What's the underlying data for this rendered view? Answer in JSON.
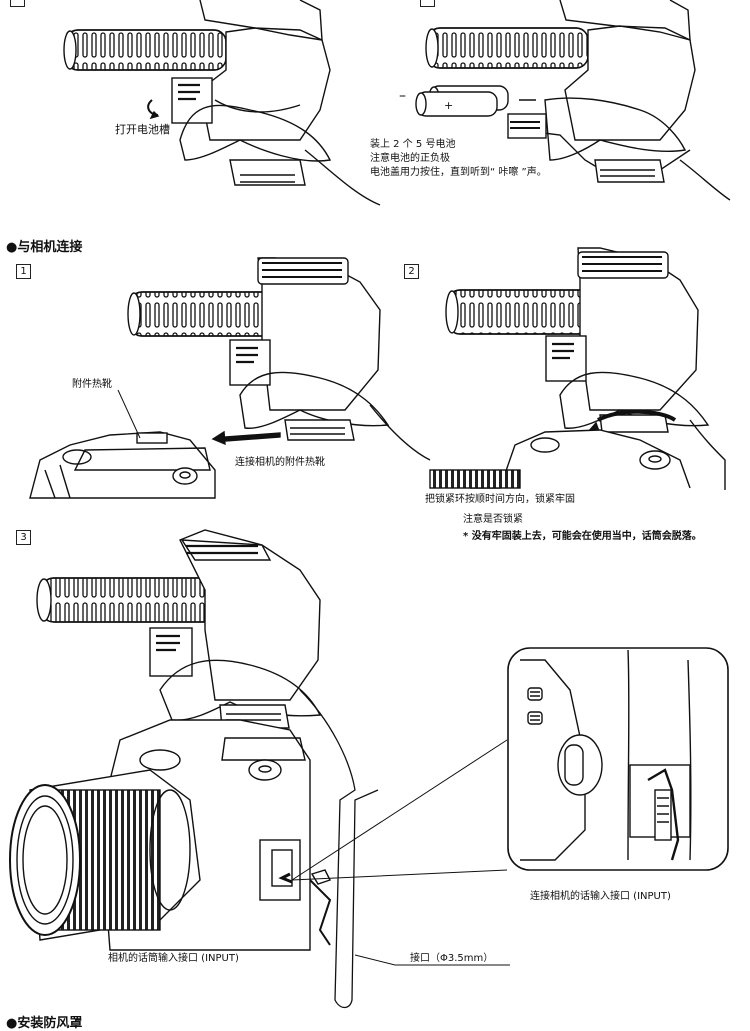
{
  "section_top": {
    "step_labels": [
      "",
      ""
    ],
    "caption_open": "打开电池槽",
    "caption_battery_lines": [
      "装上 2 个 5 号电池",
      "注意电池的正负极",
      "电池盖用力按住，直到听到“ 咔嚓 ”声。"
    ],
    "minus_sign": "–",
    "plus_sign": "+"
  },
  "section_camera": {
    "heading": "●与相机连接",
    "step1": "1",
    "step2": "2",
    "step3": "3",
    "label_hotshoe": "附件热靴",
    "caption_attach": "连接相机的附件热靴",
    "caption_lock": "把锁紧环按顺时间方向，锁紧牢固",
    "note_title": "注意是否锁紧",
    "note_body": "* 没有牢固装上去，可能会在使用当中，话筒会脱落。",
    "caption_input_detail": "连接相机的话输入接口 (INPUT)",
    "caption_input_camera": "相机的话筒输入接口 (INPUT)",
    "caption_jack": "接口（Φ3.5mm）"
  },
  "section_windscreen": {
    "heading": "●安装防风罩"
  }
}
